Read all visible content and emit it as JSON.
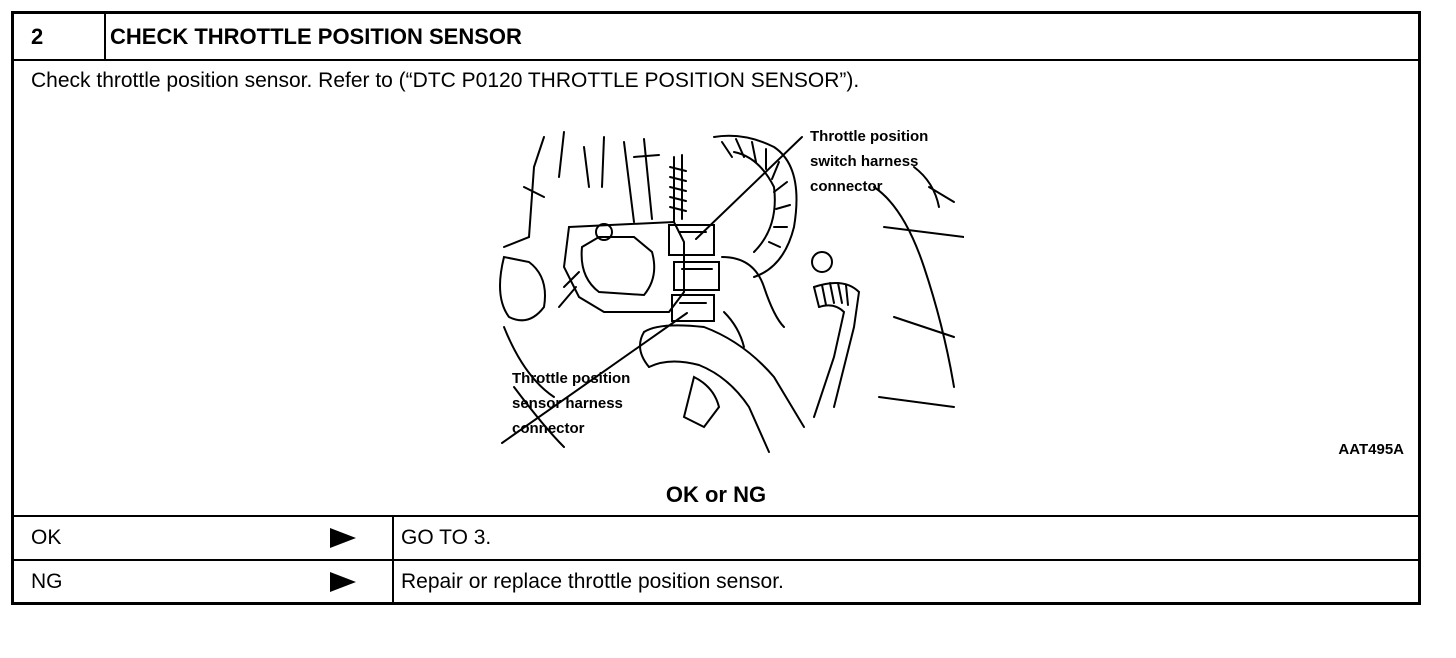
{
  "header": {
    "step_number": "2",
    "title": "CHECK THROTTLE POSITION SENSOR"
  },
  "instruction": "Check throttle position sensor. Refer to (“DTC P0120 THROTTLE POSITION SENSOR”).",
  "figure": {
    "labels": {
      "switch_line1": "Throttle position",
      "switch_line2": "switch harness",
      "switch_line3": "connector",
      "sensor_line1": "Throttle position",
      "sensor_line2": "sensor harness",
      "sensor_line3": "connector"
    },
    "code": "AAT495A"
  },
  "question": "OK or NG",
  "results": [
    {
      "label": "OK",
      "action": "GO TO 3."
    },
    {
      "label": "NG",
      "action": "Repair or replace throttle position sensor."
    }
  ]
}
